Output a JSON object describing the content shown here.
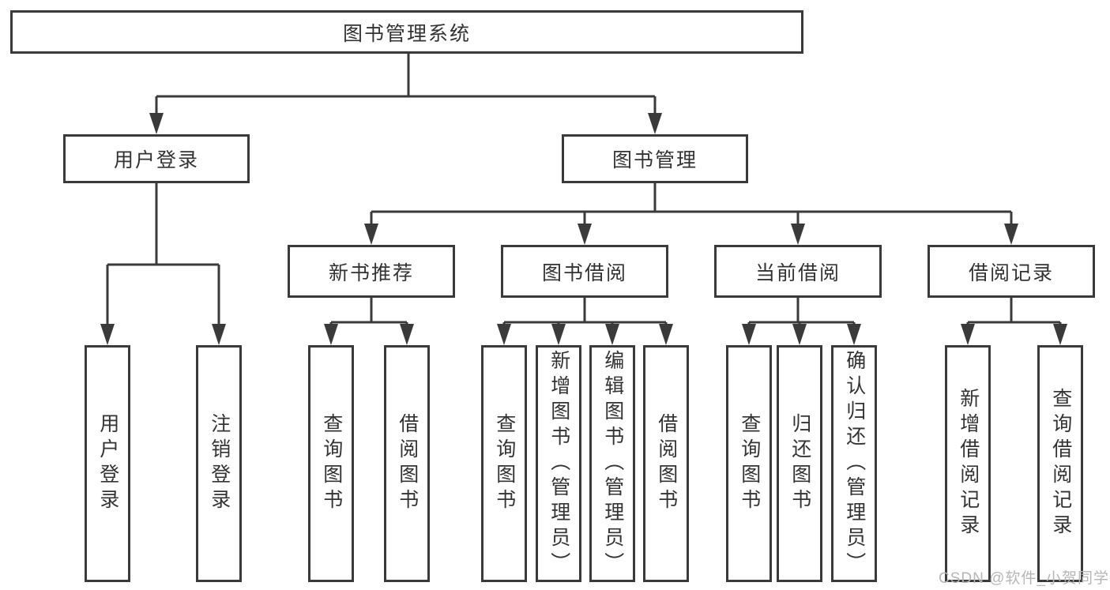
{
  "diagram": {
    "root": {
      "label": "图书管理系统"
    },
    "branches": [
      {
        "label": "用户登录",
        "children": [
          {
            "label": "用户登录"
          },
          {
            "label": "注销登录"
          }
        ]
      },
      {
        "label": "图书管理",
        "children": [
          {
            "label": "新书推荐",
            "children": [
              {
                "label": "查询图书"
              },
              {
                "label": "借阅图书"
              }
            ]
          },
          {
            "label": "图书借阅",
            "children": [
              {
                "label": "查询图书"
              },
              {
                "label": "新增图书（管理员）"
              },
              {
                "label": "编辑图书（管理员）"
              },
              {
                "label": "借阅图书"
              }
            ]
          },
          {
            "label": "当前借阅",
            "children": [
              {
                "label": "查询图书"
              },
              {
                "label": "归还图书"
              },
              {
                "label": "确认归还（管理员）"
              }
            ]
          },
          {
            "label": "借阅记录",
            "children": [
              {
                "label": "新增借阅记录"
              },
              {
                "label": "查询借阅记录"
              }
            ]
          }
        ]
      }
    ],
    "watermark": "CSDN @软件_小贺同学",
    "colors": {
      "line": "#3a3a3a",
      "text": "#333333",
      "watermark": "#b6b6b6",
      "background": "#ffffff"
    }
  }
}
